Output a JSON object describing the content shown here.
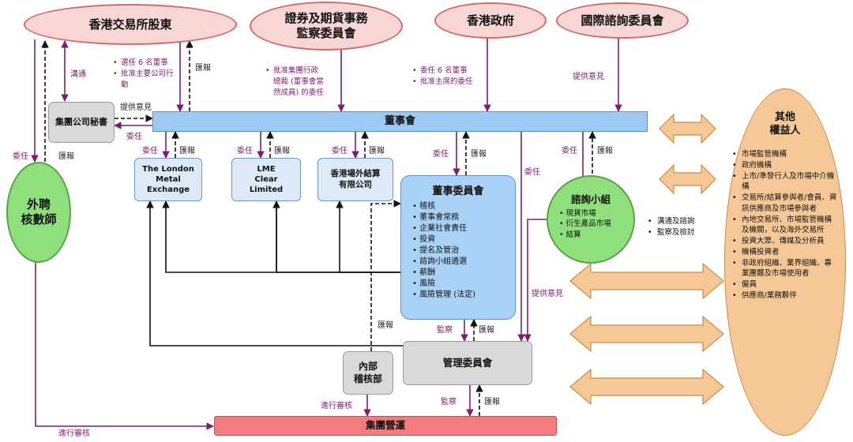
{
  "top": {
    "shareholders": "香港交易所股東",
    "sfc_line1": "證券及期貨事務",
    "sfc_line2": "監察委員會",
    "gov": "香港政府",
    "iac": "國際諮詢委員會"
  },
  "board": "董事會",
  "secretary": "集團公司秘書",
  "auditor_line1": "外聘",
  "auditor_line2": "核數師",
  "subs": {
    "lme_line1": "The London",
    "lme_line2": "Metal Exchange",
    "lmec_line1": "LME",
    "lmec_line2": "Clear",
    "lmec_line3": "Limited",
    "otc_line1": "香港場外結算",
    "otc_line2": "有限公司"
  },
  "committees": {
    "title": "董事委員會",
    "items": [
      "稽核",
      "董事會常務",
      "企業社會責任",
      "投資",
      "提名及管治",
      "諮詢小組遴選",
      "薪酬",
      "風險",
      "風險管理 (法定)"
    ]
  },
  "advisory": {
    "title": "諮詢小組",
    "items": [
      "現貨市場",
      "衍生產品市場",
      "結算"
    ]
  },
  "advisory_side": [
    "溝通及諮詢",
    "監察及檢討"
  ],
  "mgmt": "管理委員會",
  "internal_audit_line1": "內部",
  "internal_audit_line2": "稽核部",
  "operations": "集團營運",
  "others": {
    "title_line1": "其他",
    "title_line2": "權益人",
    "items": [
      "市場監管機構",
      "政府機構",
      "上市/準發行人及市場中介機構",
      "交易所/結算參與者/會員、資訊供應商及市場參與者",
      "內地交易所、市場監管機構及機關，以及海外交易所",
      "投資大眾、傳媒及分析員",
      "機構投資者",
      "非政府組織、業界組織、專業團體及市場使用者",
      "僱員",
      "供應商/業務夥伴"
    ]
  },
  "notes": {
    "shareholder_duties": [
      "選任 6 名董事",
      "批准主要公司行動"
    ],
    "sfc_duty_line1": "批准集團行政",
    "sfc_duty_line2": "總裁 (董事會當",
    "sfc_duty_line3": "然成員) 的委任",
    "gov_duties": [
      "委任 6 名董事",
      "批准主席的委任"
    ],
    "advice": "提供意見"
  },
  "labels": {
    "communicate": "溝通",
    "report": "匯報",
    "appoint": "委任",
    "advise": "提供意見",
    "monitor": "監察",
    "conduct_audit": "進行審核"
  }
}
